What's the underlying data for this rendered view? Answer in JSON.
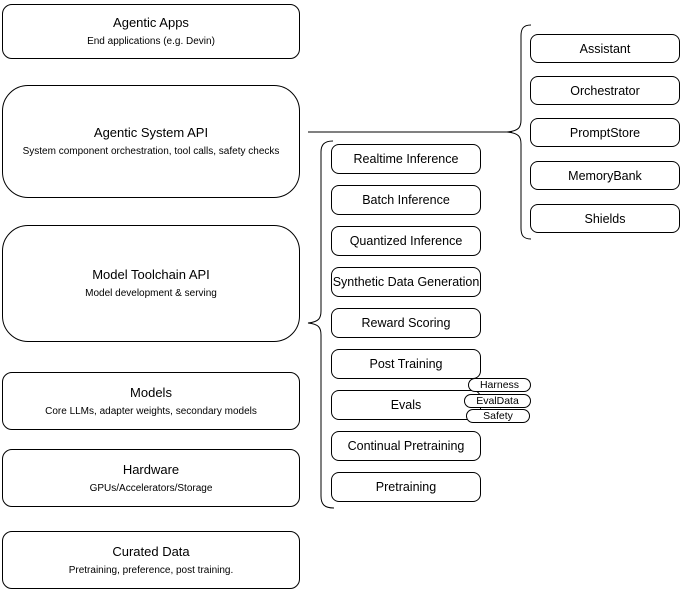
{
  "left_column": [
    {
      "title": "Agentic Apps",
      "subtitle": "End applications (e.g. Devin)"
    },
    {
      "title": "Agentic System API",
      "subtitle": "System component orchestration, tool calls, safety checks"
    },
    {
      "title": "Model Toolchain API",
      "subtitle": "Model development & serving"
    },
    {
      "title": "Models",
      "subtitle": "Core LLMs, adapter weights, secondary models"
    },
    {
      "title": "Hardware",
      "subtitle": "GPUs/Accelerators/Storage"
    },
    {
      "title": "Curated Data",
      "subtitle": "Pretraining, preference, post training."
    }
  ],
  "toolchain": {
    "items": [
      "Realtime Inference",
      "Batch Inference",
      "Quantized Inference",
      "Synthetic Data Generation",
      "Reward Scoring",
      "Post Training",
      "Evals",
      "Continual Pretraining",
      "Pretraining"
    ]
  },
  "eval_tags": [
    "Harness",
    "EvalData",
    "Safety"
  ],
  "system_components": [
    "Assistant",
    "Orchestrator",
    "PromptStore",
    "MemoryBank",
    "Shields"
  ],
  "colors": {
    "stroke": "#000000",
    "canvas": "#ffffff",
    "text": "#000000"
  }
}
